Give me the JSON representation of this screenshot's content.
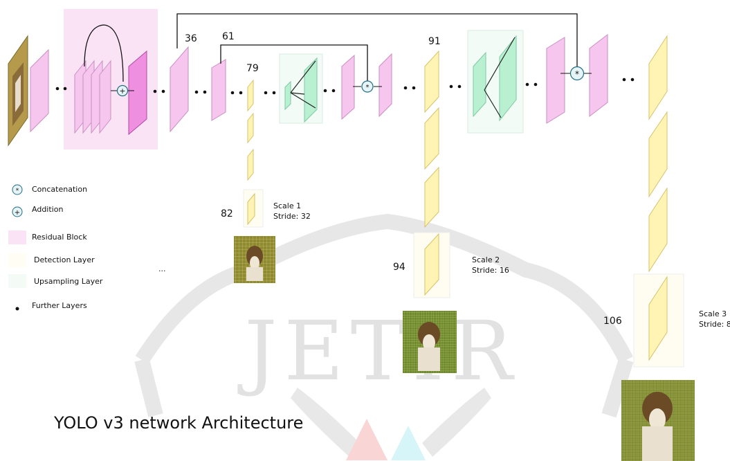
{
  "title": "YOLO v3 network Architecture",
  "watermark": "JETIR",
  "layer_numbers": {
    "l36": "36",
    "l61": "61",
    "l79": "79",
    "l82": "82",
    "l91": "91",
    "l94": "94",
    "l106": "106"
  },
  "scales": [
    {
      "scale": "Scale 1",
      "stride": "Stride: 32"
    },
    {
      "scale": "Scale 2",
      "stride": "Stride: 16"
    },
    {
      "scale": "Scale 3",
      "stride": "Stride: 8"
    }
  ],
  "legend": {
    "concat_symbol": "*",
    "add_symbol": "+",
    "concatenation": "Concatenation",
    "addition": "Addition",
    "residual_block": "Residual Block",
    "detection_layer": "Detection Layer",
    "upsampling_layer": "Upsampling Layer",
    "further_layers": "Further Layers",
    "ellipsis": "..."
  },
  "colors": {
    "pink": "#f7c6ef",
    "pink_edge": "#c98ec0",
    "magenta": "#ee8fe0",
    "magenta_edge": "#b34aa5",
    "yellow": "#fff4b3",
    "yellow_edge": "#d6c26a",
    "green": "#b9f0d2",
    "green_edge": "#7ccaa0",
    "residual_bg": "#fbe3f6",
    "watermark": "#cfcfcf",
    "wm_red": "#f5b4b4",
    "wm_cyan": "#b5eef5"
  }
}
